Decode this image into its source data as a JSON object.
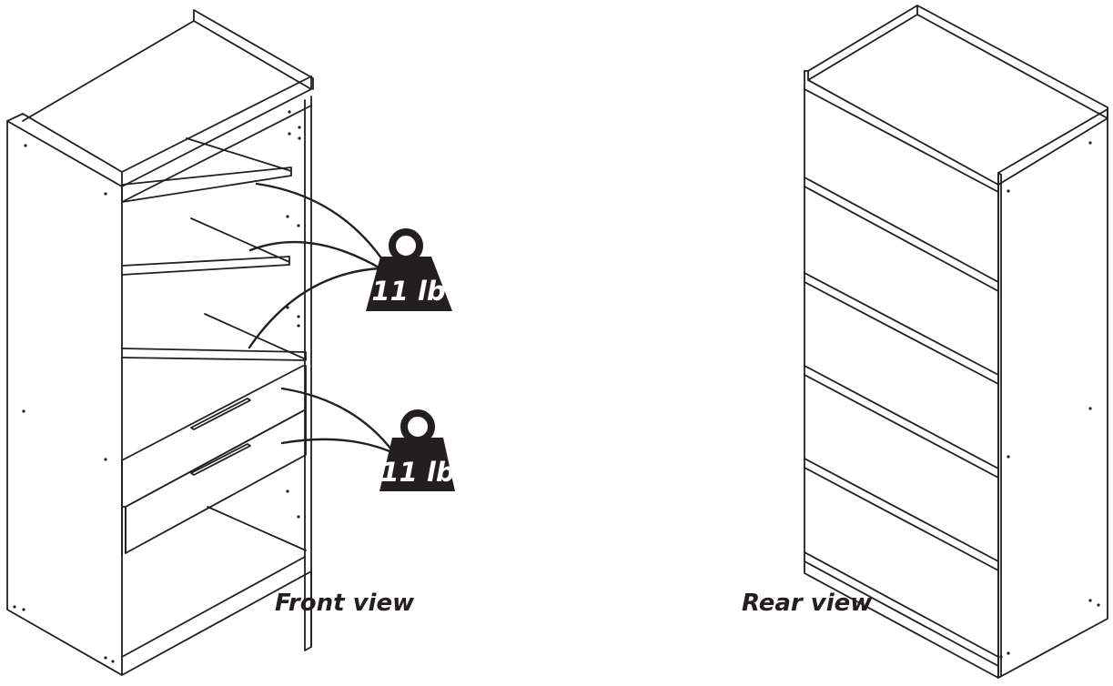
{
  "front_view": {
    "label": "Front view",
    "weights": [
      {
        "label": "11 lb"
      },
      {
        "label": "11 lb"
      }
    ]
  },
  "rear_view": {
    "label": "Rear view"
  },
  "colors": {
    "line": "#231f20",
    "weight_fill": "#231f20",
    "weight_text": "#ffffff",
    "background": "#ffffff"
  }
}
